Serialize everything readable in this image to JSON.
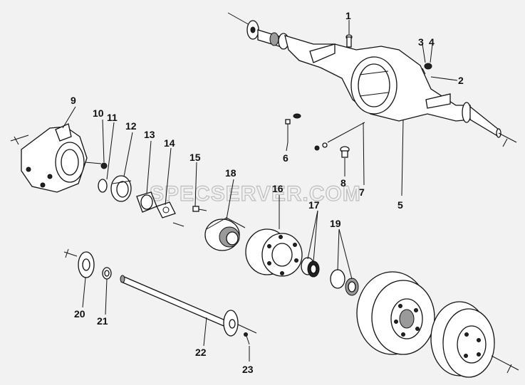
{
  "watermark": "SPECSERVER.COM",
  "callouts": [
    "1",
    "2",
    "3",
    "4",
    "5",
    "6",
    "7",
    "8",
    "9",
    "10",
    "11",
    "12",
    "13",
    "14",
    "15",
    "16",
    "17",
    "18",
    "19",
    "20",
    "21",
    "22",
    "23"
  ]
}
